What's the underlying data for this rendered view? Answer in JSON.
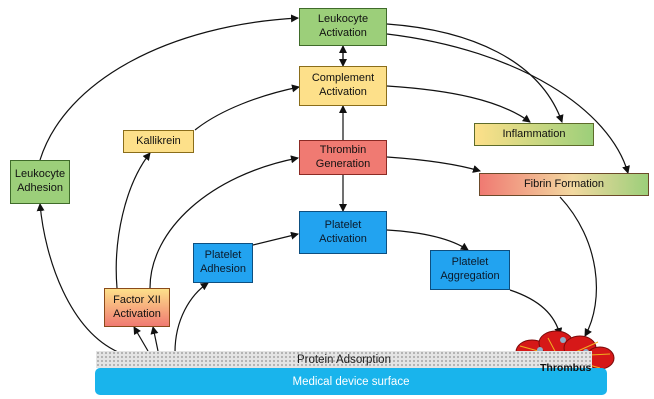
{
  "nodes": {
    "leukocyte_activation": "Leukocyte\nActivation",
    "complement_activation": "Complement\nActivation",
    "kallikrein": "Kallikrein",
    "inflammation": "Inflammation",
    "thrombin_generation": "Thrombin\nGeneration",
    "leukocyte_adhesion": "Leukocyte\nAdhesion",
    "fibrin_formation": "Fibrin Formation",
    "platelet_activation": "Platelet\nActivation",
    "platelet_adhesion": "Platelet\nAdhesion",
    "platelet_aggregation": "Platelet\nAggregation",
    "factor_xii_activation": "Factor XII\nActivation"
  },
  "layers": {
    "protein_adsorption": "Protein Adsorption",
    "medical_device_surface": "Medical device surface"
  },
  "thrombus_label": "Thrombus",
  "colors": {
    "green": "#9ccf7a",
    "yellow": "#fde08a",
    "red": "#f07a72",
    "blue": "#22a3f0",
    "surface": "#19b4ec",
    "thrombus": "#d61818"
  }
}
